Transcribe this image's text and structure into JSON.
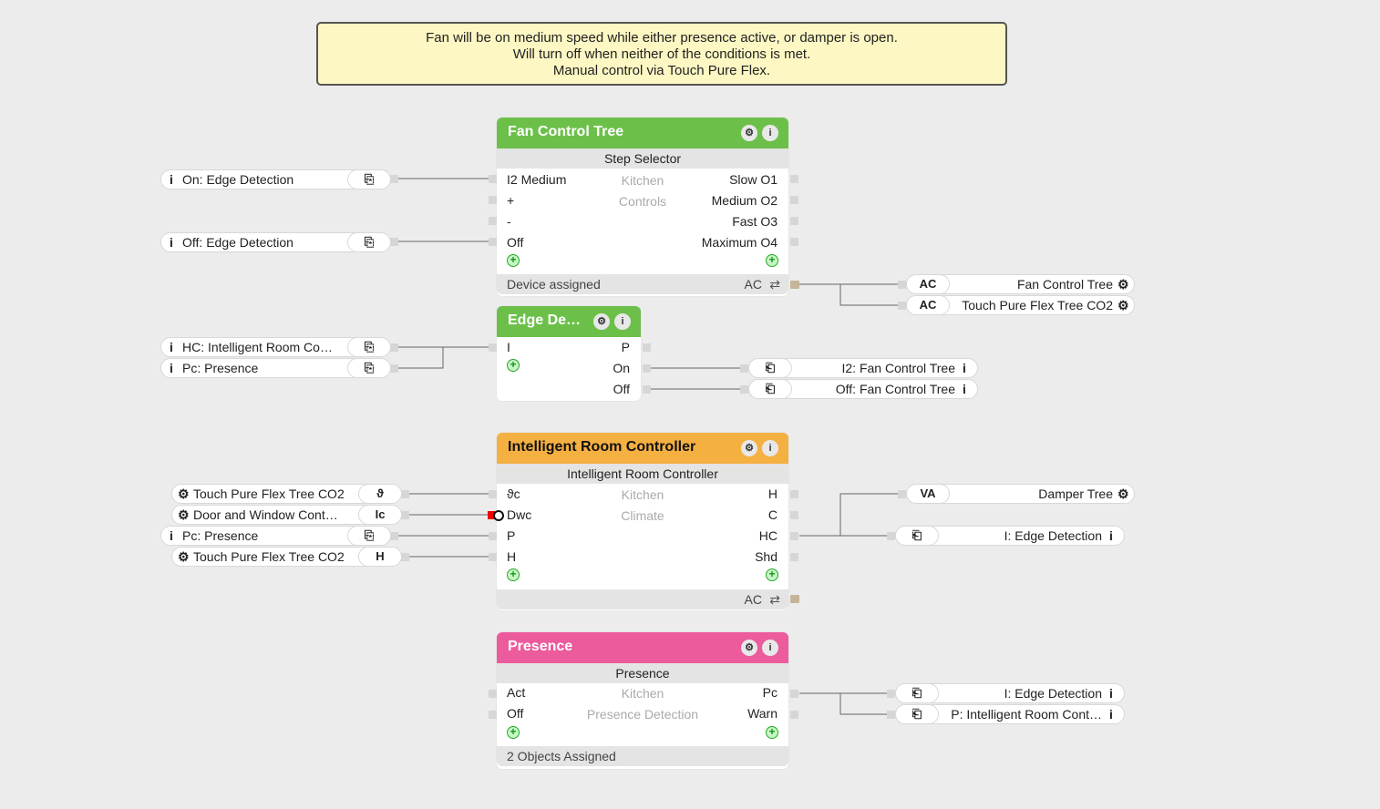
{
  "note": {
    "lines": [
      "Fan will be on medium speed while either presence active, or damper is open.",
      "Will turn off when neither of the conditions is met.",
      "Manual control via Touch Pure Flex."
    ]
  },
  "colors": {
    "fan_header": "#6cc04a",
    "edge_header": "#6cc04a",
    "irc_header": "#f5b042",
    "presence_header": "#ec5b9c",
    "background": "#ececec"
  },
  "fan": {
    "title": "Fan Control Tree",
    "subtitle": "Step Selector",
    "inputs": [
      "I2 Medium",
      "+",
      "-",
      "Off"
    ],
    "outputs": [
      "Slow O1",
      "Medium O2",
      "Fast O3",
      "Maximum O4"
    ],
    "center": [
      "Kitchen",
      "Controls"
    ],
    "footer": "Device assigned",
    "ac": "AC"
  },
  "edge": {
    "title": "Edge De…",
    "inputs": [
      "I"
    ],
    "outputs": [
      "P",
      "On",
      "Off"
    ]
  },
  "irc": {
    "title": "Intelligent Room Controller",
    "subtitle": "Intelligent Room Controller",
    "inputs": [
      "ϑc",
      "Dwc",
      "P",
      "H"
    ],
    "outputs": [
      "H",
      "C",
      "HC",
      "Shd"
    ],
    "center": [
      "Kitchen",
      "Climate"
    ],
    "ac": "AC"
  },
  "presence": {
    "title": "Presence",
    "subtitle": "Presence",
    "inputs": [
      "Act",
      "Off"
    ],
    "outputs": [
      "Pc",
      "Warn"
    ],
    "center": [
      "Kitchen",
      "Presence Detection"
    ],
    "footer": "2 Objects Assigned"
  },
  "refs": {
    "fan_in1": {
      "label": "On: Edge Detection",
      "icon": "i"
    },
    "fan_in2": {
      "label": "Off: Edge Detection",
      "icon": "i"
    },
    "fan_out1": {
      "tag": "AC",
      "label": "Fan Control Tree"
    },
    "fan_out2": {
      "tag": "AC",
      "label": "Touch Pure Flex Tree CO2"
    },
    "edge_in1": {
      "label": "HC: Intelligent Room Co…",
      "icon": "i"
    },
    "edge_in2": {
      "label": "Pc: Presence",
      "icon": "i"
    },
    "edge_out1": {
      "label": "I2: Fan Control Tree",
      "icon": "i"
    },
    "edge_out2": {
      "label": "Off: Fan Control Tree",
      "icon": "i"
    },
    "irc_in1": {
      "label": "Touch Pure Flex Tree CO2",
      "tag": "ϑ"
    },
    "irc_in2": {
      "label": "Door and Window Cont…",
      "tag": "Ic"
    },
    "irc_in3": {
      "label": "Pc: Presence",
      "icon": "i"
    },
    "irc_in4": {
      "label": "Touch Pure Flex Tree CO2",
      "tag": "H"
    },
    "irc_out1": {
      "tag": "VA",
      "label": "Damper Tree"
    },
    "irc_out2": {
      "label": "I: Edge Detection",
      "icon": "i"
    },
    "pres_out1": {
      "label": "I: Edge Detection",
      "icon": "i"
    },
    "pres_out2": {
      "label": "P: Intelligent Room Cont…",
      "icon": "i"
    }
  }
}
